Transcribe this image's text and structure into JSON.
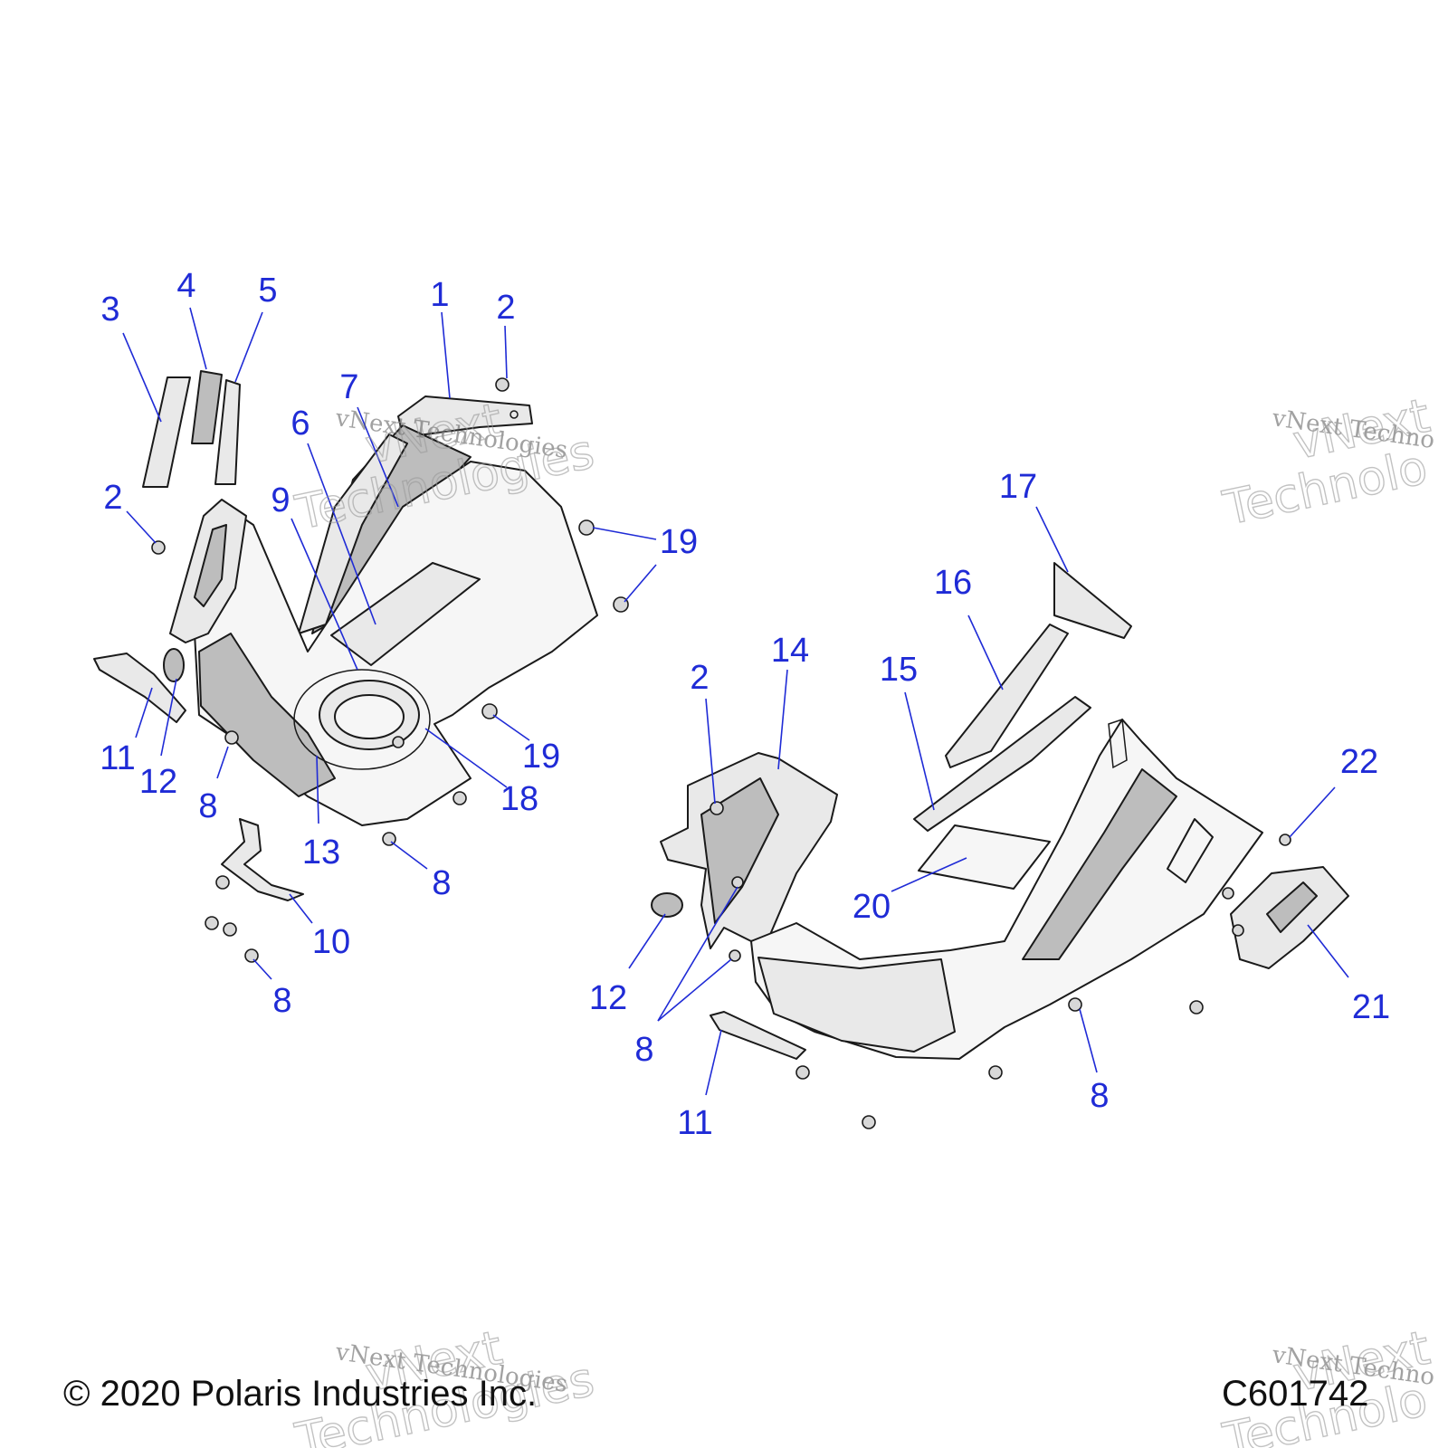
{
  "colors": {
    "callout": "#1f2bd6",
    "line": "#1a1a1a",
    "part_fill": "#e9e9e9",
    "part_shade": "#bdbdbd"
  },
  "callouts": [
    {
      "id": "c1",
      "label": "1"
    },
    {
      "id": "c2a",
      "label": "2"
    },
    {
      "id": "c3",
      "label": "3"
    },
    {
      "id": "c4",
      "label": "4"
    },
    {
      "id": "c5",
      "label": "5"
    },
    {
      "id": "c7",
      "label": "7"
    },
    {
      "id": "c6",
      "label": "6"
    },
    {
      "id": "c2b",
      "label": "2"
    },
    {
      "id": "c9",
      "label": "9"
    },
    {
      "id": "c19a",
      "label": "19"
    },
    {
      "id": "c17",
      "label": "17"
    },
    {
      "id": "c16",
      "label": "16"
    },
    {
      "id": "c14",
      "label": "14"
    },
    {
      "id": "c2c",
      "label": "2"
    },
    {
      "id": "c15",
      "label": "15"
    },
    {
      "id": "c11a",
      "label": "11"
    },
    {
      "id": "c12a",
      "label": "12"
    },
    {
      "id": "c19b",
      "label": "19"
    },
    {
      "id": "c8a",
      "label": "8"
    },
    {
      "id": "c18",
      "label": "18"
    },
    {
      "id": "c13",
      "label": "13"
    },
    {
      "id": "c22",
      "label": "22"
    },
    {
      "id": "c8b",
      "label": "8"
    },
    {
      "id": "c20",
      "label": "20"
    },
    {
      "id": "c10",
      "label": "10"
    },
    {
      "id": "c12b",
      "label": "12"
    },
    {
      "id": "c8c",
      "label": "8"
    },
    {
      "id": "c21",
      "label": "21"
    },
    {
      "id": "c8d",
      "label": "8"
    },
    {
      "id": "c8e",
      "label": "8"
    },
    {
      "id": "c11b",
      "label": "11"
    }
  ],
  "watermark": {
    "small": "vNext Technologies",
    "big_line1": "vNext",
    "big_line2": "Technologies",
    "clipped_small": "vNext Techno",
    "clipped_big_line1": "vNext",
    "clipped_big_line2": "Technolo"
  },
  "footer": {
    "copyright": "© 2020 Polaris Industries Inc.",
    "figure_id": "C601742"
  },
  "icons": [
    "fastener-icon",
    "plug-icon"
  ]
}
